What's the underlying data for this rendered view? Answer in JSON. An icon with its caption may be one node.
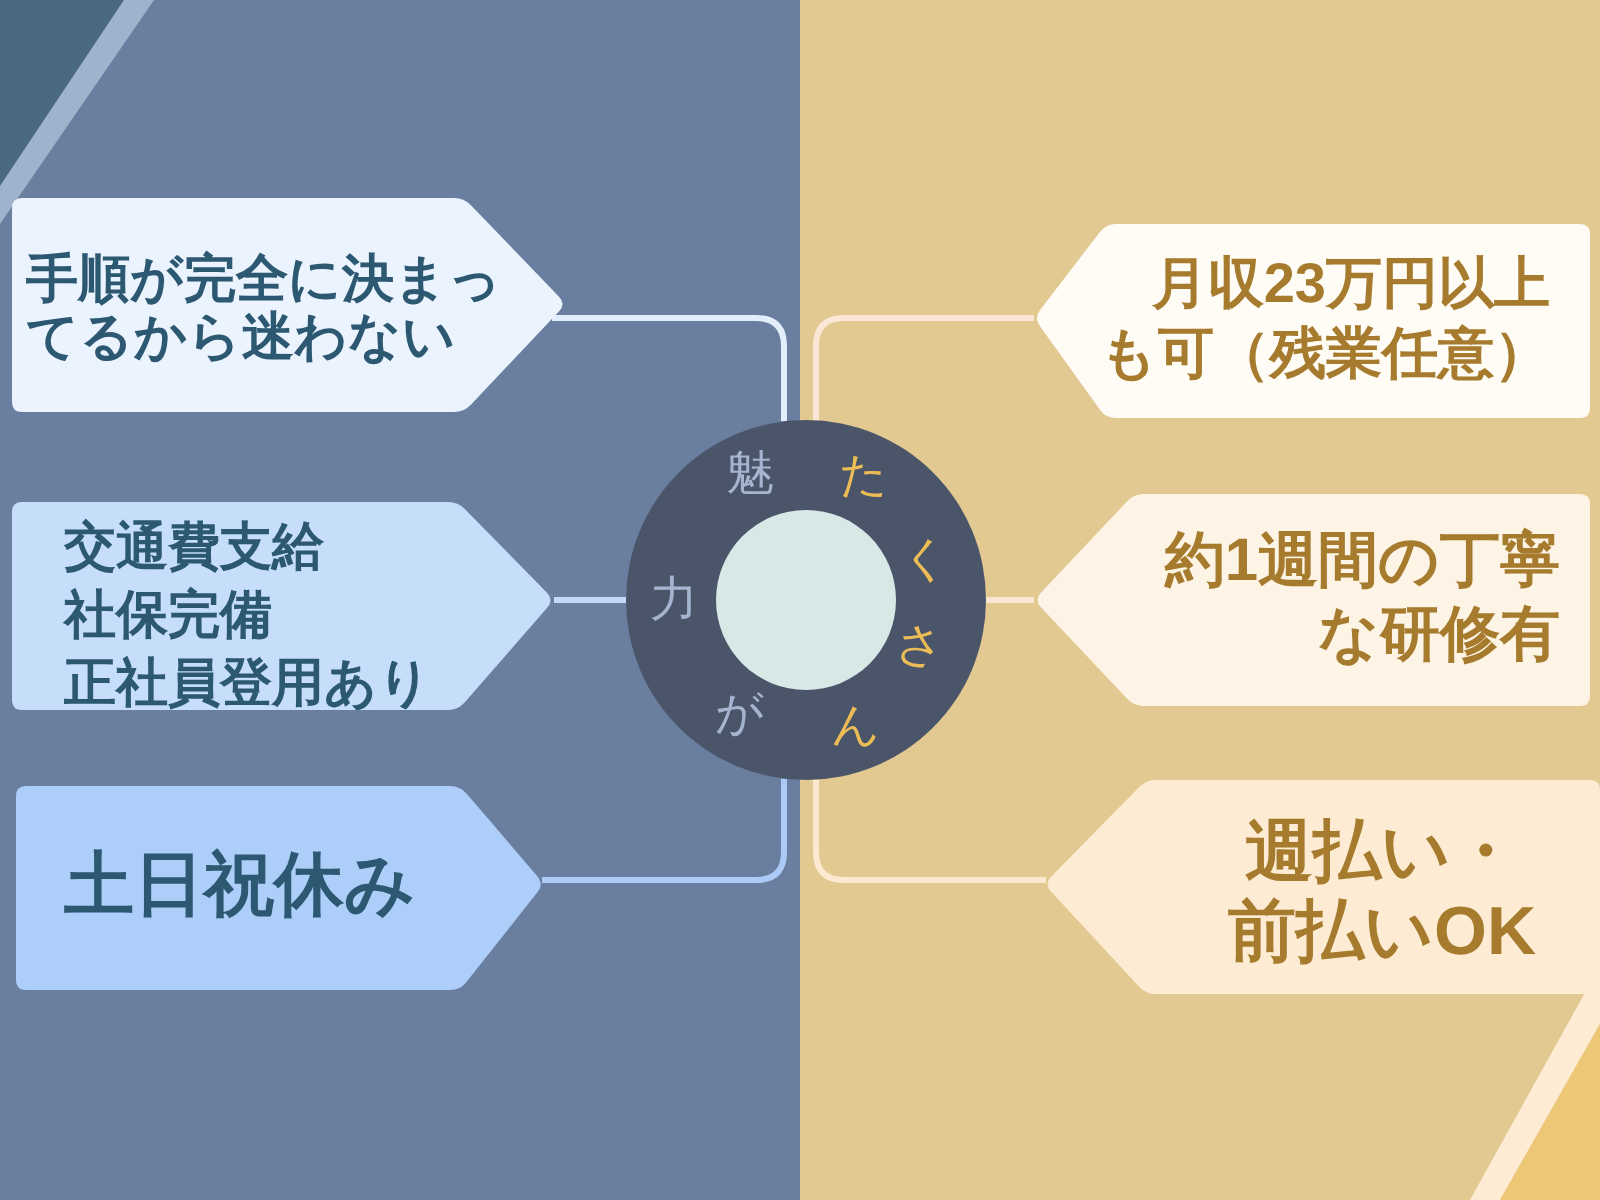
{
  "diagram": {
    "nodes": [
      {
        "text": [
          "手順が完全に決まってるから迷わない"
        ]
      },
      {
        "text": [
          "月収23万円以上も可（残業任意）"
        ]
      },
      {
        "text": [
          "交通費支給",
          "社保完備",
          "正社員登用あり"
        ]
      },
      {
        "text": [
          "魅力が",
          "たくさん"
        ]
      },
      {
        "text": [
          "約1週間の丁寧な研修有"
        ]
      },
      {
        "text": [
          "土日祝休み"
        ]
      },
      {
        "text": [
          "週払い・前払いOK"
        ]
      }
    ],
    "edges": [
      {
        "from": 3,
        "to": 0,
        "arrow": "none",
        "color": "#e3eefc"
      },
      {
        "from": 3,
        "to": 1,
        "arrow": "none",
        "color": "#fbe6d7"
      },
      {
        "from": 3,
        "to": 2,
        "arrow": "none",
        "color": "#c4d9f5"
      },
      {
        "from": 3,
        "to": 4,
        "arrow": "none",
        "color": "#fbe5d3"
      },
      {
        "from": 3,
        "to": 5,
        "arrow": "none",
        "color": "#abcaf7"
      },
      {
        "from": 3,
        "to": 6,
        "arrow": "none",
        "color": "#fde8d2"
      }
    ]
  }
}
